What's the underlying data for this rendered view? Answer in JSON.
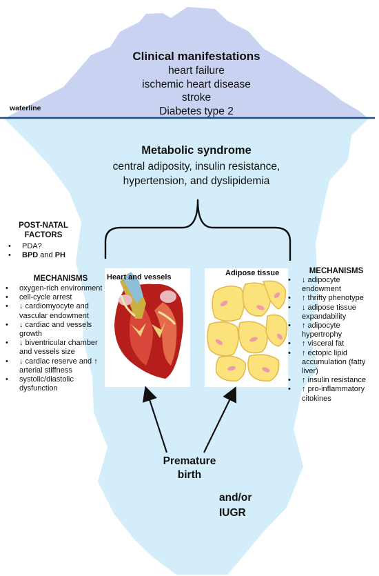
{
  "tip": {
    "title": "Clinical manifestations",
    "items": [
      "heart failure",
      "ischemic heart disease",
      "stroke",
      "Diabetes type 2"
    ]
  },
  "waterline_label": "waterline",
  "metabolic": {
    "title": "Metabolic syndrome",
    "lines": [
      "central adiposity, insulin resistance,",
      "hypertension, and dyslipidemia"
    ]
  },
  "postnatal": {
    "title_line1": "POST-NATAL",
    "title_line2": "FACTORS",
    "item1": "PDA?",
    "item2_a": "BPD",
    "item2_and": "and",
    "item2_b": "PH"
  },
  "mechanisms_left": {
    "title": "MECHANISMS",
    "items": [
      "oxygen-rich environment",
      "cell-cycle arrest",
      "↓ cardiomyocyte and vascular endowment",
      "↓ cardiac and vessels growth",
      "↓ biventricular chamber and vessels size",
      "↓ cardiac reserve and ↑ arterial stiffness",
      "systolic/diastolic dysfunction"
    ]
  },
  "mechanisms_right": {
    "title": "MECHANISMS",
    "items": [
      "↓ adipocyte endowment",
      "↑ thrifty phenotype",
      "↓ adipose tissue expandability",
      "↑ adipocyte hypertrophy",
      "↑ visceral fat",
      "↑ ectopic lipid accumulation (fatty liver)",
      "↑ insulin resistance",
      "↑ pro-inflammatory citokines"
    ]
  },
  "panels": {
    "heart_title": "Heart and vessels",
    "adipose_title": "Adipose tissue"
  },
  "iugr": {
    "line1": "and/or",
    "line2": "IUGR"
  },
  "premature": {
    "line1": "Premature",
    "line2": "birth"
  },
  "colors": {
    "tip_fill": "#c9d3f1",
    "body_fill": "#d3eefa",
    "waterline": "#1f4f87",
    "heart_red": "#b51e1a",
    "fat_yellow": "#fbe27a",
    "fat_pink": "#ef9aa8"
  }
}
